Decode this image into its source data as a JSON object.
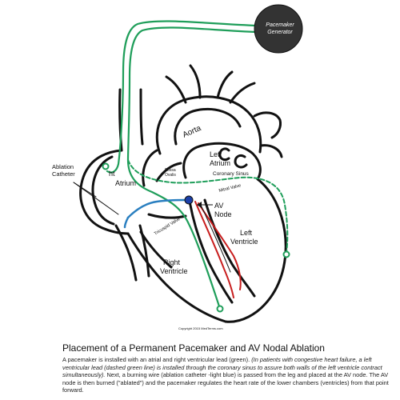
{
  "colors": {
    "outline": "#111111",
    "lead_green": "#1f9e5a",
    "catheter_blue": "#2a7fc0",
    "av_node_blue": "#1b3fa8",
    "bundle_red": "#c81e1e",
    "generator": "#333333"
  },
  "labels": {
    "generator_line1": "Pacemaker",
    "generator_line2": "Generator",
    "aorta": "Aorta",
    "left_atrium_1": "Left",
    "left_atrium_2": "Atrium",
    "coronary_sinus": "Coronary Sinus",
    "mitral_valve": "Mitral Valve",
    "fossa_ovalis_1": "Fossa",
    "fossa_ovalis_2": "Ovalis",
    "right_atrium_partial": "Atrium",
    "right_atrium_prefix": "ht",
    "av_node_1": "AV",
    "av_node_2": "Node",
    "left_ventricle_1": "Left",
    "left_ventricle_2": "Ventricle",
    "right_ventricle_1": "Right",
    "right_ventricle_2": "Ventricle",
    "tricuspid_valve": "Tricuspid Valve",
    "ablation_catheter_1": "Ablation",
    "ablation_catheter_2": "Catheter",
    "copyright": "Copyright 2015 MedTerms.com"
  },
  "caption": {
    "title": "Placement of a Permanent Pacemaker and AV Nodal Ablation",
    "body_1": "A pacemaker is installed with an atrial and right ventricular lead (green). ",
    "body_2_italic": "(In patients with congestive heart failure, a left ventricular lead (dashed green line) is installed through the coronary sinus to assure both walls of the left ventricle contract simultaneously).",
    "body_3": "  Next, a burning wire (ablation catheter -light blue) is passed from the leg and placed at the AV node. The AV node is then burned (\"ablated\") and the pacemaker regulates the heart rate of the lower chambers (ventricles) from that point forward."
  }
}
